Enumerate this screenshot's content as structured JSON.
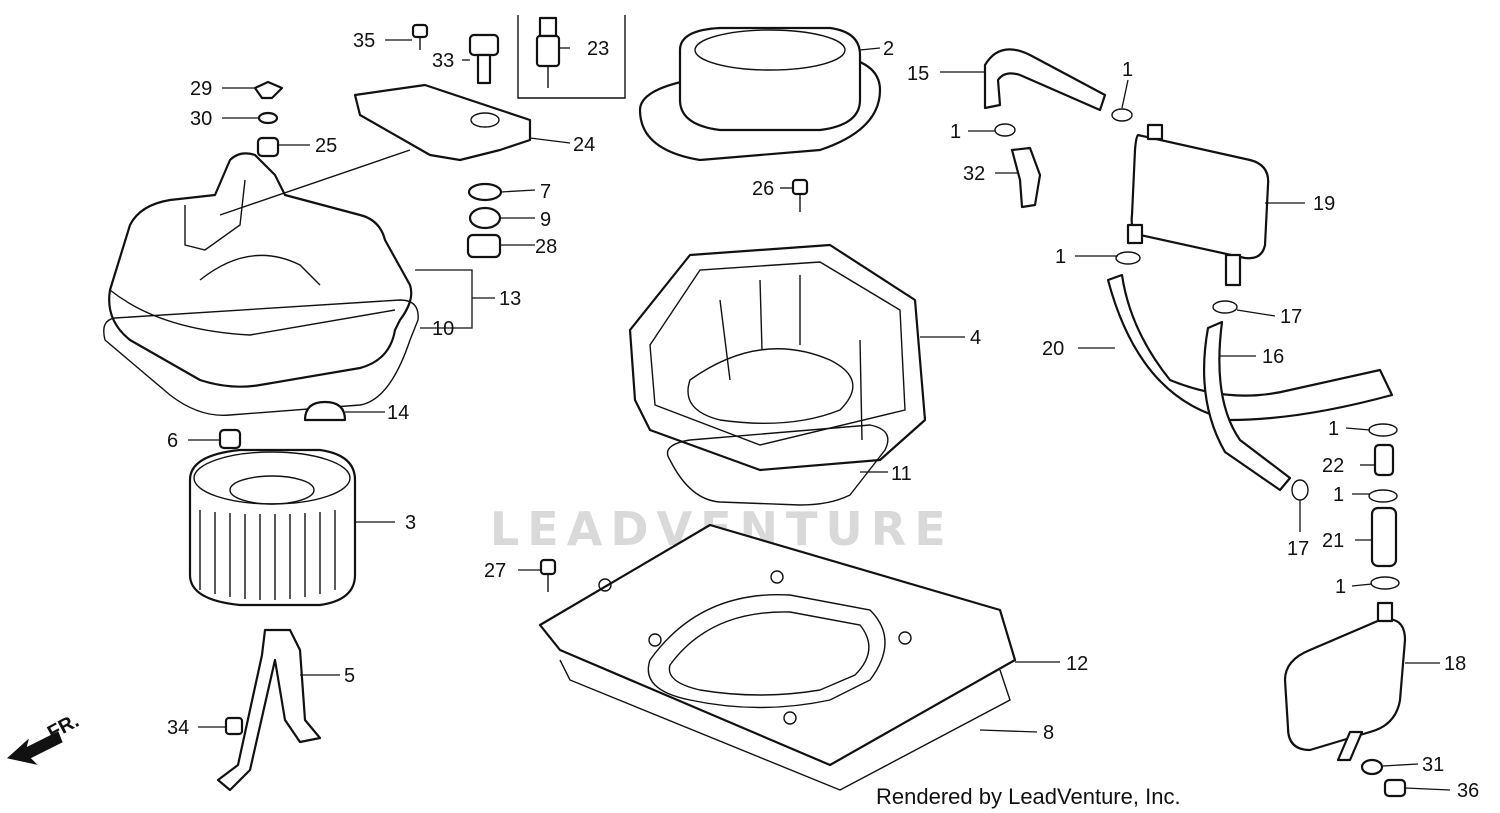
{
  "watermark": "LEADVENTURE",
  "credit": "Rendered by LeadVenture, Inc.",
  "front_indicator": "FR.",
  "callouts": {
    "c1a": "1",
    "c1b": "1",
    "c1c": "1",
    "c1d": "1",
    "c1e": "1",
    "c1f": "1",
    "c2": "2",
    "c3": "3",
    "c4": "4",
    "c5": "5",
    "c6": "6",
    "c7": "7",
    "c8": "8",
    "c9": "9",
    "c10": "10",
    "c11": "11",
    "c12": "12",
    "c13": "13",
    "c14": "14",
    "c15": "15",
    "c16": "16",
    "c17a": "17",
    "c17b": "17",
    "c18": "18",
    "c19": "19",
    "c20": "20",
    "c21": "21",
    "c22": "22",
    "c23": "23",
    "c24": "24",
    "c25": "25",
    "c26": "26",
    "c27": "27",
    "c28": "28",
    "c29": "29",
    "c30": "30",
    "c31": "31",
    "c32": "32",
    "c33": "33",
    "c34": "34",
    "c35": "35",
    "c36": "36"
  }
}
